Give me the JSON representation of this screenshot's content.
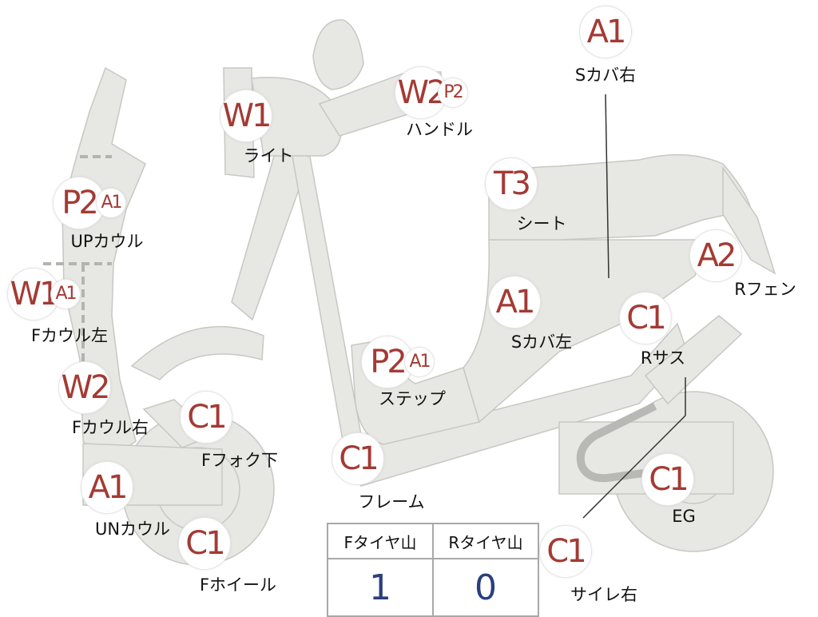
{
  "colors": {
    "body_fill": "#e7e7e4",
    "body_stroke": "#c7c7c3",
    "grade_text": "#a43a34",
    "value_text": "#2a3f7e",
    "leader_line": "#333333",
    "exhaust": "#b8b8b5"
  },
  "parts": [
    {
      "id": "s-cover-right",
      "label": "Sカバ右",
      "grades": [
        "A1"
      ]
    },
    {
      "id": "handle",
      "label": "ハンドル",
      "grades": [
        "W2",
        "P2"
      ]
    },
    {
      "id": "light",
      "label": "ライト",
      "grades": [
        "W1"
      ]
    },
    {
      "id": "seat",
      "label": "シート",
      "grades": [
        "T3"
      ]
    },
    {
      "id": "up-cowl",
      "label": "UPカウル",
      "grades": [
        "P2",
        "A1"
      ]
    },
    {
      "id": "r-fender",
      "label": "Rフェン",
      "grades": [
        "A2"
      ]
    },
    {
      "id": "f-cowl-left",
      "label": "Fカウル左",
      "grades": [
        "W1",
        "A1"
      ]
    },
    {
      "id": "s-cover-left",
      "label": "Sカバ左",
      "grades": [
        "A1"
      ]
    },
    {
      "id": "r-suspension",
      "label": "Rサス",
      "grades": [
        "C1"
      ]
    },
    {
      "id": "step",
      "label": "ステップ",
      "grades": [
        "P2",
        "A1"
      ]
    },
    {
      "id": "f-cowl-right",
      "label": "Fカウル右",
      "grades": [
        "W2"
      ]
    },
    {
      "id": "f-fork-lower",
      "label": "Fフォク下",
      "grades": [
        "C1"
      ]
    },
    {
      "id": "frame",
      "label": "フレーム",
      "grades": [
        "C1"
      ]
    },
    {
      "id": "un-cowl",
      "label": "UNカウル",
      "grades": [
        "A1"
      ]
    },
    {
      "id": "engine",
      "label": "EG",
      "grades": [
        "C1"
      ]
    },
    {
      "id": "f-wheel",
      "label": "Fホイール",
      "grades": [
        "C1"
      ]
    },
    {
      "id": "silencer-right",
      "label": "サイレ右",
      "grades": [
        "C1"
      ]
    }
  ],
  "tire_table": {
    "headers": [
      "Fタイヤ山",
      "Rタイヤ山"
    ],
    "values": [
      "1",
      "0"
    ]
  }
}
